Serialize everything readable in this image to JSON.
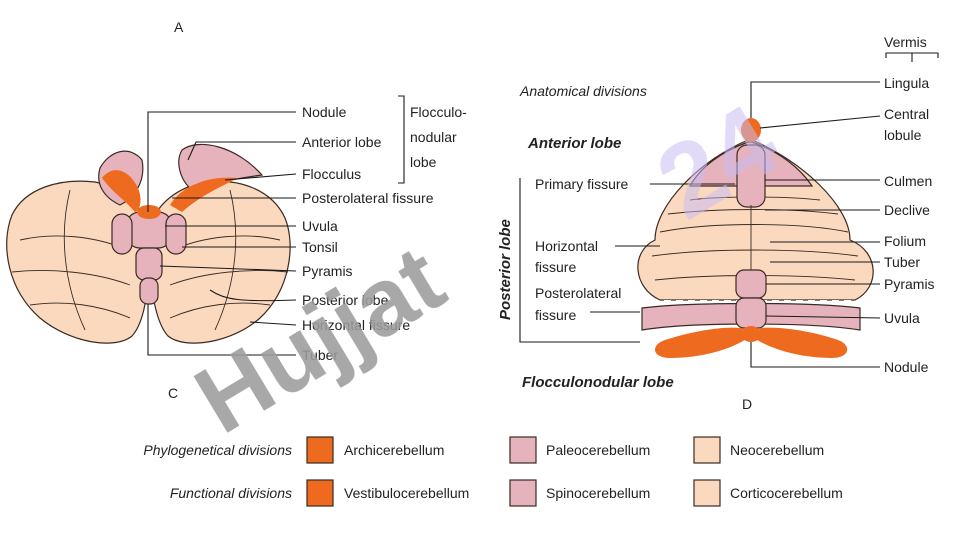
{
  "view_c": {
    "panel_letter": "C",
    "top_letter": "A",
    "labels": {
      "nodule": "Nodule",
      "anterior_lobe": "Anterior lobe",
      "flocculus": "Flocculus",
      "flocculonodular_line1": "Flocculo-",
      "flocculonodular_line2": "nodular",
      "flocculonodular_line3": "lobe",
      "posterolateral_fissure": "Posterolateral fissure",
      "uvula": "Uvula",
      "tonsil": "Tonsil",
      "pyramis": "Pyramis",
      "posterior_lobe": "Posterior lobe",
      "horizontal_fissure": "Horizontal fissure",
      "tuber": "Tuber"
    }
  },
  "view_d": {
    "panel_letter": "D",
    "anatomical_divisions": "Anatomical divisions",
    "anterior_lobe": "Anterior lobe",
    "posterior_lobe": "Posterior lobe",
    "flocculonodular_lobe": "Flocculonodular lobe",
    "primary_fissure": "Primary fissure",
    "horizontal_fissure_line1": "Horizontal",
    "horizontal_fissure_line2": "fissure",
    "posterolateral_fissure_line1": "Posterolateral",
    "posterolateral_fissure_line2": "fissure",
    "vermis": "Vermis",
    "right_labels": {
      "lingula": "Lingula",
      "central_lobule_line1": "Central",
      "central_lobule_line2": "lobule",
      "culmen": "Culmen",
      "declive": "Declive",
      "folium": "Folium",
      "tuber": "Tuber",
      "pyramis": "Pyramis",
      "uvula": "Uvula",
      "nodule": "Nodule"
    }
  },
  "legend": {
    "rows": [
      {
        "title": "Phylogenetical divisions",
        "items": [
          "Archicerebellum",
          "Paleocerebellum",
          "Neocerebellum"
        ]
      },
      {
        "title": "Functional divisions",
        "items": [
          "Vestibulocerebellum",
          "Spinocerebellum",
          "Corticocerebellum"
        ]
      }
    ]
  },
  "watermarks": {
    "main": "Hujjat",
    "corner": "24"
  },
  "colors": {
    "archi": "#ee6a1e",
    "paleo": "#e6b3bd",
    "neo": "#fbd9bf",
    "watermark_gray": "#9c9c9c",
    "watermark_violet": "#c8bcf3",
    "outline": "#3a2a22",
    "text": "#222222"
  }
}
